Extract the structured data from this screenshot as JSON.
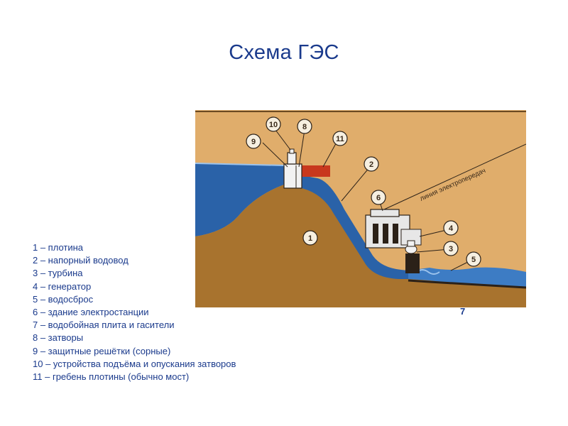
{
  "title": "Схема ГЭС",
  "diagram": {
    "callouts": [
      "1",
      "2",
      "3",
      "4",
      "5",
      "6",
      "8",
      "9",
      "10",
      "11"
    ],
    "power_line_label": "линия электропередач",
    "bottom_label": "7",
    "colors": {
      "ground": "#e0ad6b",
      "dam": "#a8732e",
      "water": "#2a62a8",
      "water_light": "#3d7cc4",
      "crest": "#c8381e",
      "building": "#e7e7e7",
      "ink": "#2b2118"
    }
  },
  "legend": [
    "1 – плотина",
    "2 – напорный водовод",
    "3 – турбина",
    "4 – генератор",
    "5 – водосброс",
    "6 – здание электростанции",
    "7 – водобойная плита и гасители",
    "8 – затворы",
    "9 – защитные решётки (сорные)",
    "10 – устройства подъёма и опускания затворов",
    "11 – гребень плотины (обычно мост)"
  ]
}
